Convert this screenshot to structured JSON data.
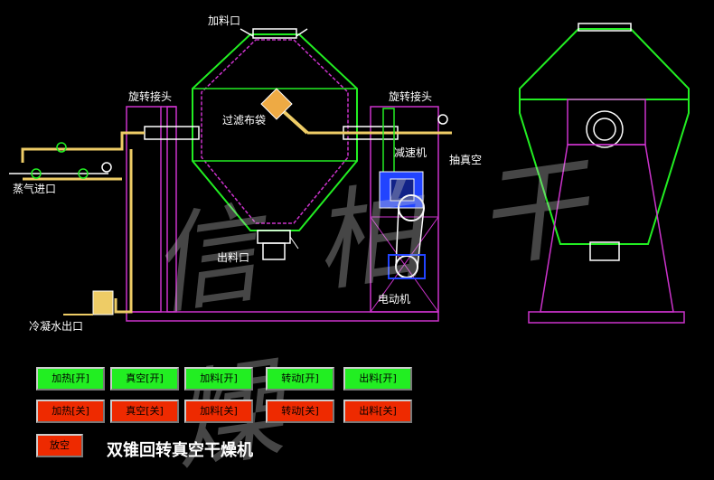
{
  "labels": {
    "feed_inlet": "加料口",
    "rotary_joint_left": "旋转接头",
    "rotary_joint_right": "旋转接头",
    "filter_bag": "过滤布袋",
    "reducer": "减速机",
    "vacuum": "抽真空",
    "steam_inlet": "蒸气进口",
    "discharge": "出料口",
    "motor": "电动机",
    "condensate_outlet": "冷凝水出口"
  },
  "watermark": "信 柏 干 燥",
  "title": "双锥回转真空干燥机",
  "buttons_on": [
    {
      "label": "加热[开]"
    },
    {
      "label": "真空[开]"
    },
    {
      "label": "加料[开]"
    },
    {
      "label": "转动[开]"
    },
    {
      "label": "出料[开]"
    }
  ],
  "buttons_off": [
    {
      "label": "加热[关]"
    },
    {
      "label": "真空[关]"
    },
    {
      "label": "加料[关]"
    },
    {
      "label": "转动[关]"
    },
    {
      "label": "出料[关]"
    }
  ],
  "vent_button": {
    "label": "放空"
  },
  "colors": {
    "vessel": "#22ee22",
    "frame": "#cc33cc",
    "pipe": "#eecc66",
    "button_on": "#22ee22",
    "button_off": "#ee2a00"
  }
}
